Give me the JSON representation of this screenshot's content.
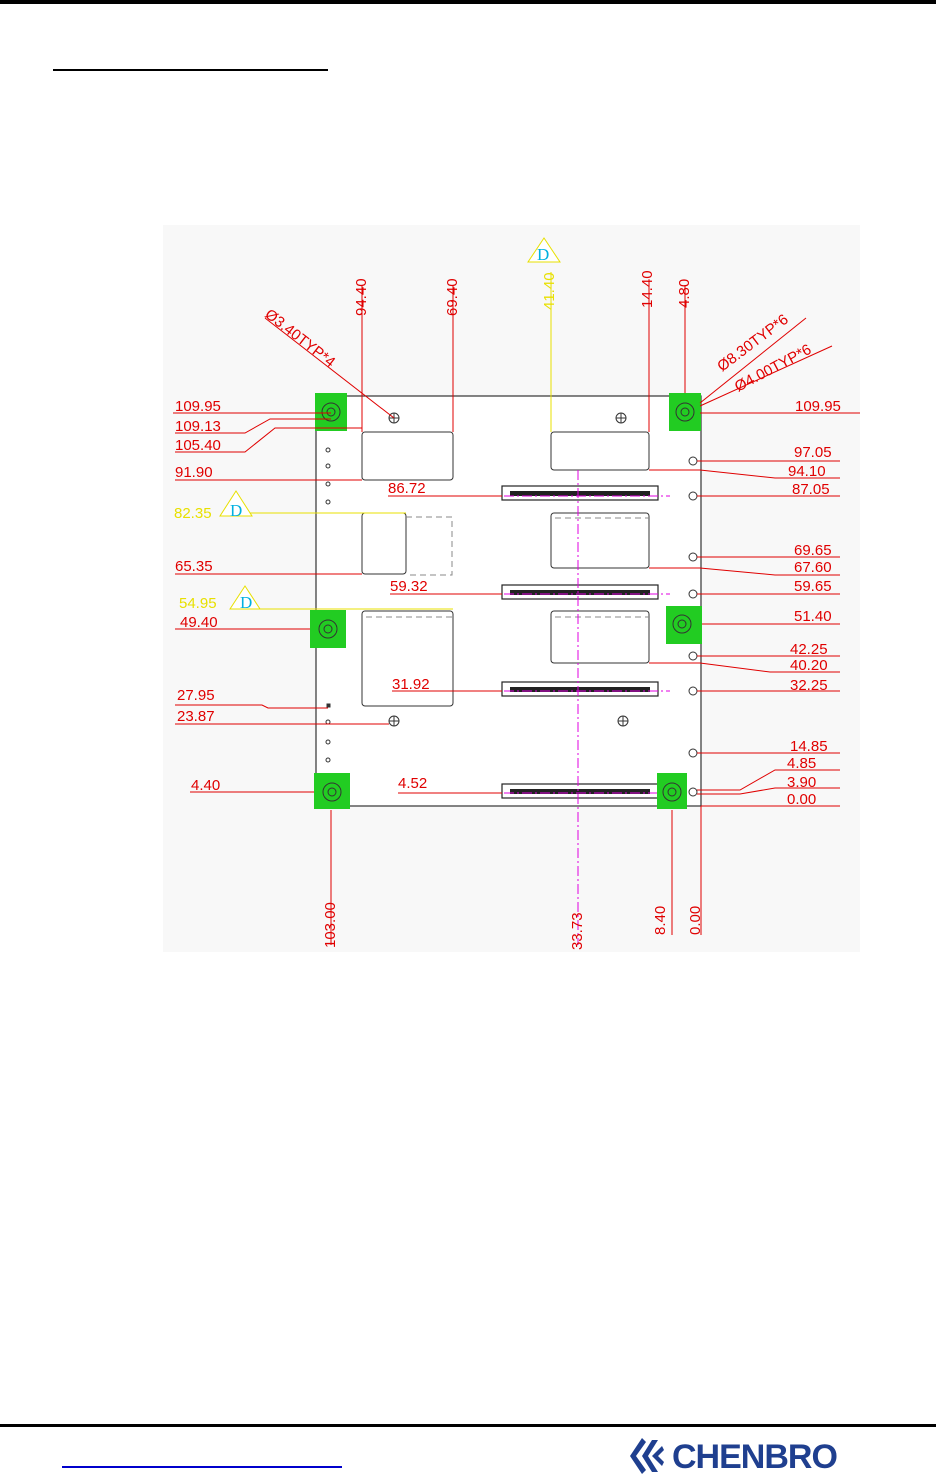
{
  "colors": {
    "dimension": "#e00000",
    "datum": "#e8e000",
    "datum_letter": "#00b0e0",
    "centerline": "#e000e0",
    "mount_pad": "#22cc22",
    "outline": "#333333",
    "rules": "#000000",
    "link": "#0000cc",
    "logo": "#1f3f8f"
  },
  "drawing": {
    "callouts": {
      "small_hole": "Ø3.40TYP*4",
      "large_pad": "Ø8.30TYP*6",
      "pad_hole": "Ø4.00TYP*6"
    },
    "datum_letter": "D",
    "datum_dims": [
      "41.40",
      "82.35",
      "54.95"
    ],
    "top_dims": [
      "94.40",
      "69.40",
      "14.40",
      "4.80"
    ],
    "bottom_dims": [
      "103.00",
      "33.73",
      "8.40",
      "0.00"
    ],
    "left_dims": [
      "109.95",
      "109.13",
      "105.40",
      "91.90",
      "65.35",
      "49.40",
      "27.95",
      "23.87",
      "4.40"
    ],
    "right_dims": [
      "109.95",
      "97.05",
      "94.10",
      "87.05",
      "69.65",
      "67.60",
      "59.65",
      "51.40",
      "42.25",
      "40.20",
      "32.25",
      "14.85",
      "4.85",
      "3.90",
      "0.00"
    ],
    "connector_dims": [
      "86.72",
      "59.32",
      "31.92",
      "4.52"
    ]
  },
  "logo": {
    "name": "CHENBRO",
    "icon": "chenbro-logo-icon"
  }
}
